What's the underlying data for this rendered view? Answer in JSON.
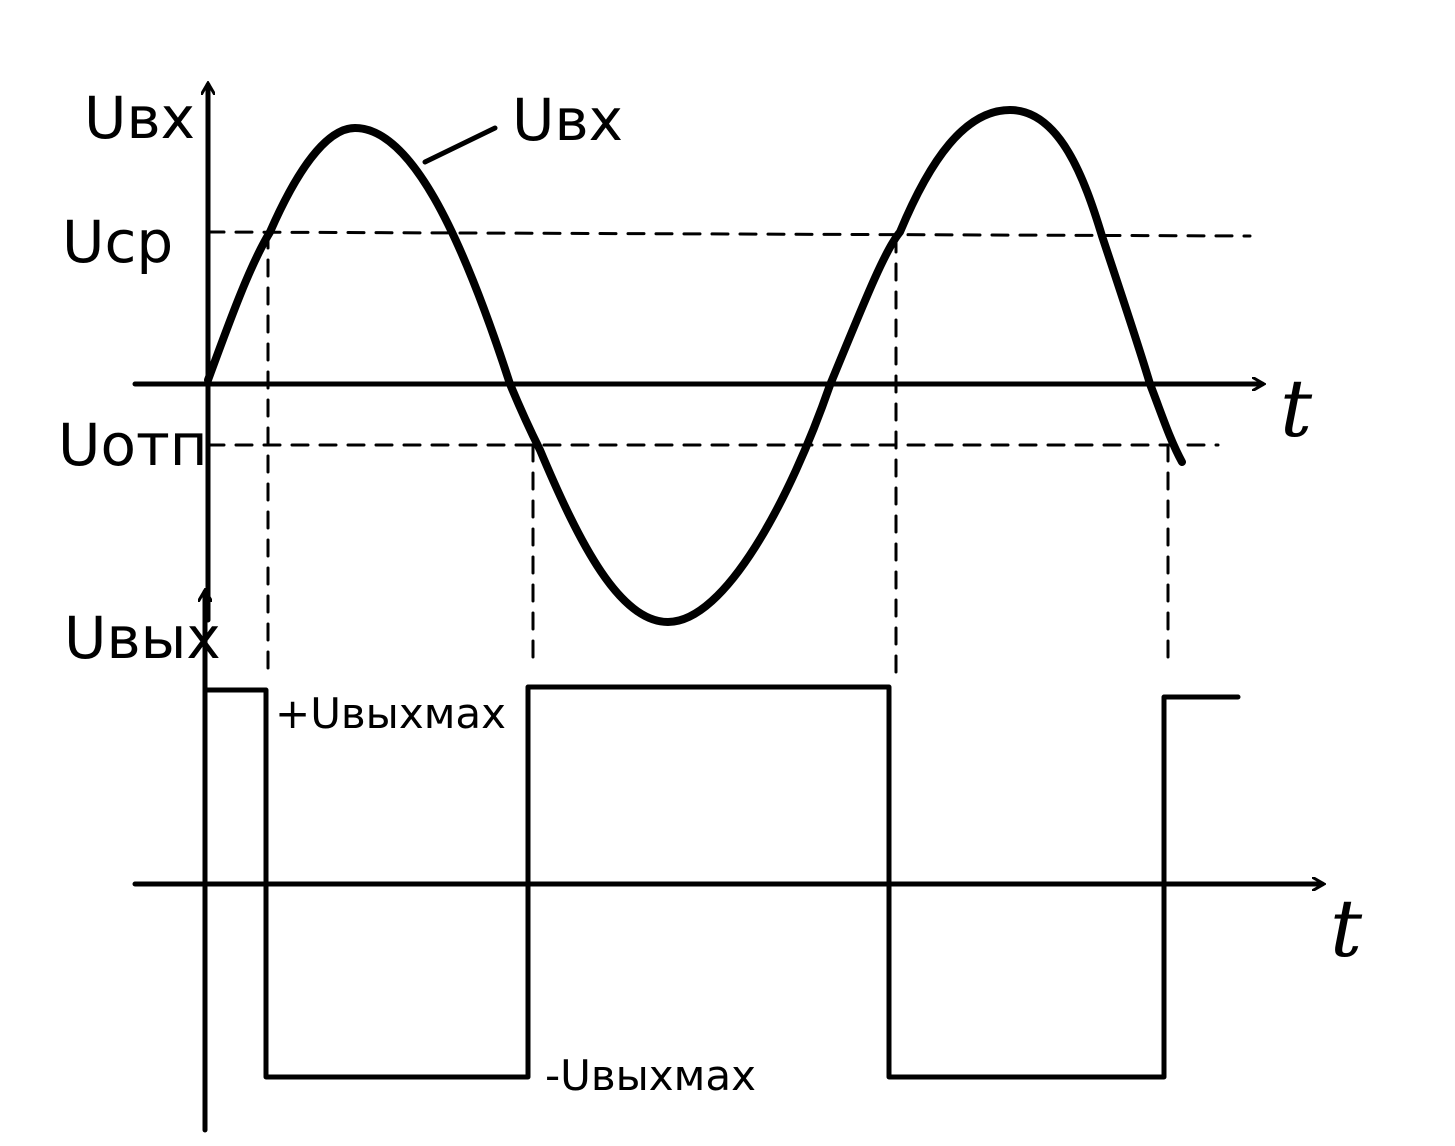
{
  "labels": {
    "y_axis_input": "Uвх",
    "curve_input": "Uвх",
    "threshold_on": "Uср",
    "threshold_off": "Uотп",
    "y_axis_output": "Uвых",
    "time_top": "t",
    "time_bottom": "t",
    "output_high": "+Uвыхмах",
    "output_low": "-Uвыхмах"
  },
  "colors": {
    "ink": "#000000",
    "background": "#ffffff"
  }
}
